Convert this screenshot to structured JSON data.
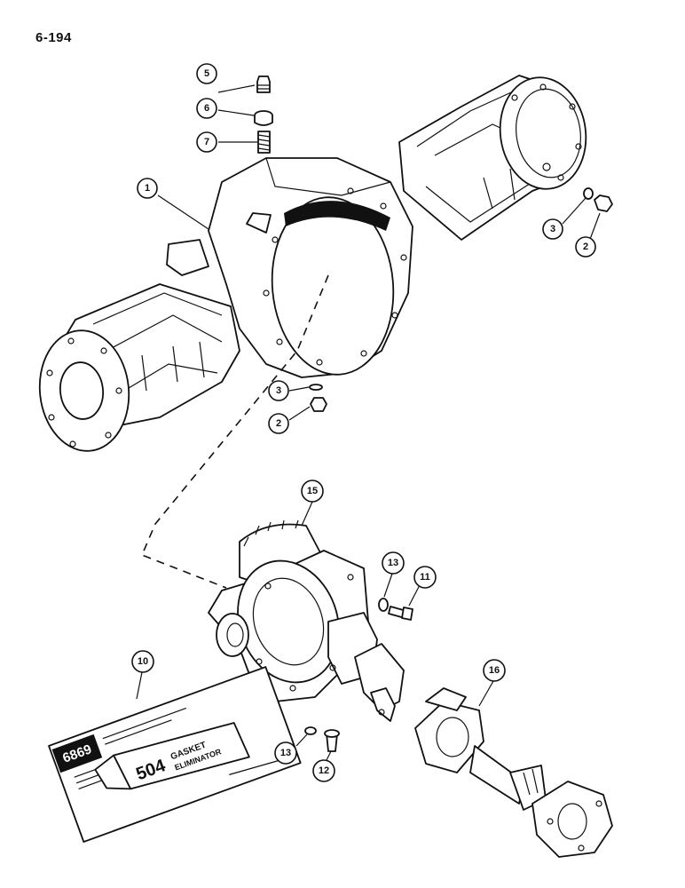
{
  "page": {
    "number": "6-194"
  },
  "callouts": [
    {
      "id": "c1",
      "label": "1"
    },
    {
      "id": "c2a",
      "label": "2"
    },
    {
      "id": "c3a",
      "label": "3"
    },
    {
      "id": "c2b",
      "label": "2"
    },
    {
      "id": "c3b",
      "label": "3"
    },
    {
      "id": "c5",
      "label": "5"
    },
    {
      "id": "c6",
      "label": "6"
    },
    {
      "id": "c7",
      "label": "7"
    },
    {
      "id": "c10",
      "label": "10"
    },
    {
      "id": "c11",
      "label": "11"
    },
    {
      "id": "c12",
      "label": "12"
    },
    {
      "id": "c13a",
      "label": "13"
    },
    {
      "id": "c13b",
      "label": "13"
    },
    {
      "id": "c15",
      "label": "15"
    },
    {
      "id": "c16",
      "label": "16"
    }
  ],
  "sealant_package": {
    "code": "6869",
    "product_number": "504",
    "line1": "GASKET",
    "line2": "ELIMINATOR"
  }
}
